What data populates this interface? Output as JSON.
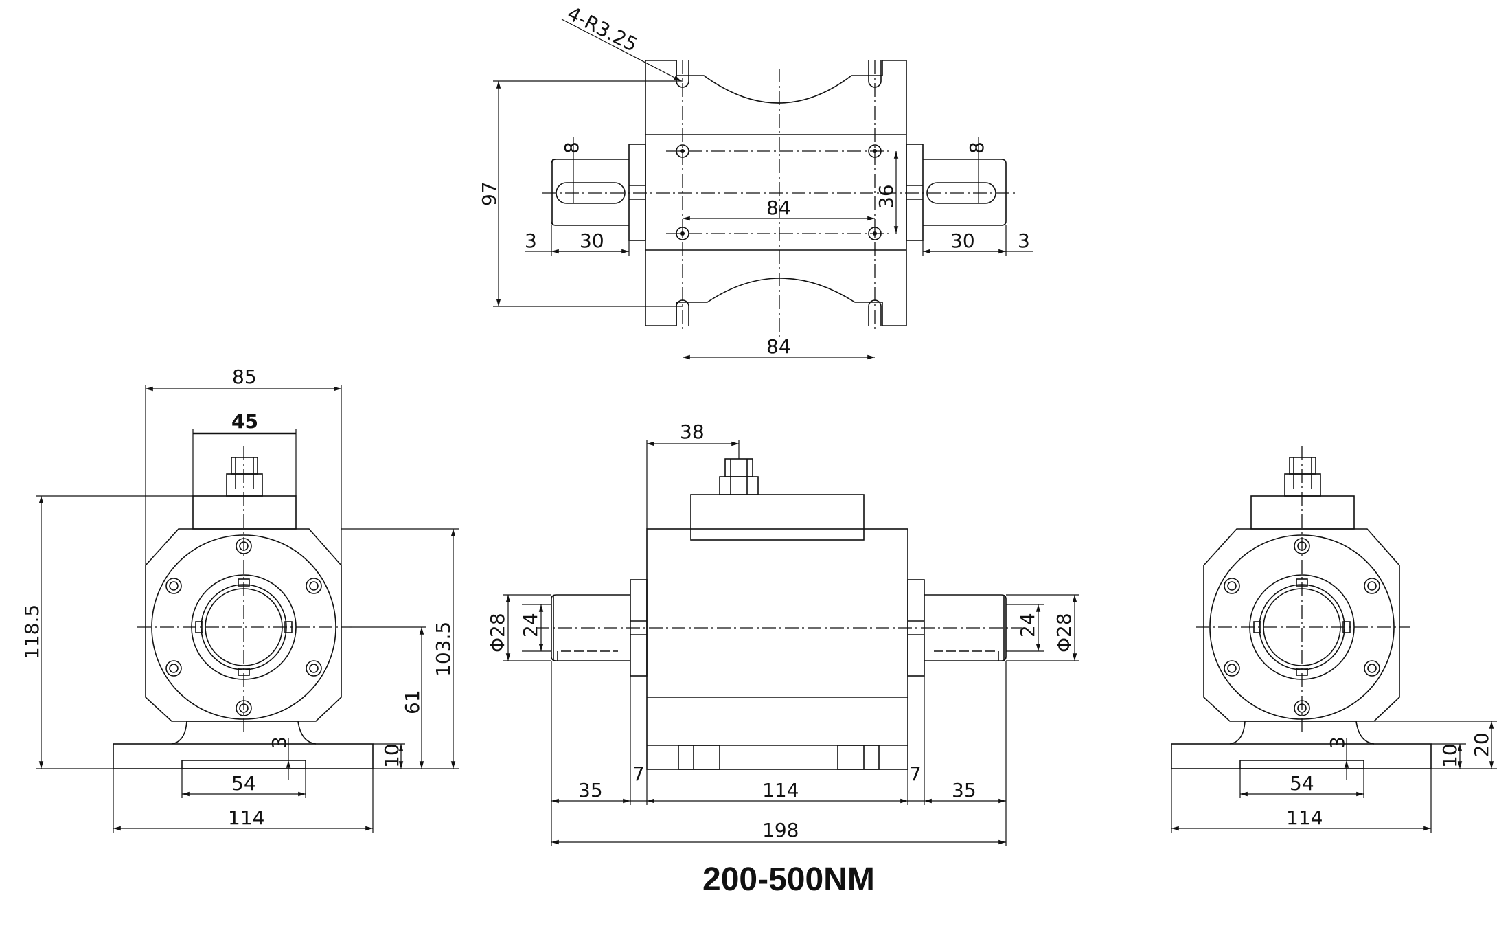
{
  "title": "200-500NM",
  "top_view": {
    "hole_callout": "4-R3.25",
    "height": "97",
    "slot_width_left": "8",
    "slot_width_right": "8",
    "hole_spacing_inner": "84",
    "hole_spacing_vertical": "36",
    "shaft_step_left": "3",
    "shaft_len_left": "30",
    "shaft_len_right": "30",
    "shaft_step_right": "3",
    "mount_spacing": "84"
  },
  "left_view": {
    "width_top": "85",
    "connector_width": "45",
    "total_height": "118.5",
    "housing_height": "103.5",
    "center_height": "61",
    "base_offset": "3",
    "base_thickness": "10",
    "foot_width": "54",
    "base_width": "114"
  },
  "front_view": {
    "connector_offset": "38",
    "shaft_dia_left": "Φ28",
    "key_left": "24",
    "shaft_dia_right": "Φ28",
    "key_right": "24",
    "shaft_left": "35",
    "gap_left": "7",
    "body_length": "114",
    "gap_right": "7",
    "shaft_right": "35",
    "overall_length": "198"
  },
  "right_view": {
    "base_offset": "3",
    "base_thickness": "10",
    "center_base": "20",
    "foot_width": "54",
    "base_width": "114"
  }
}
